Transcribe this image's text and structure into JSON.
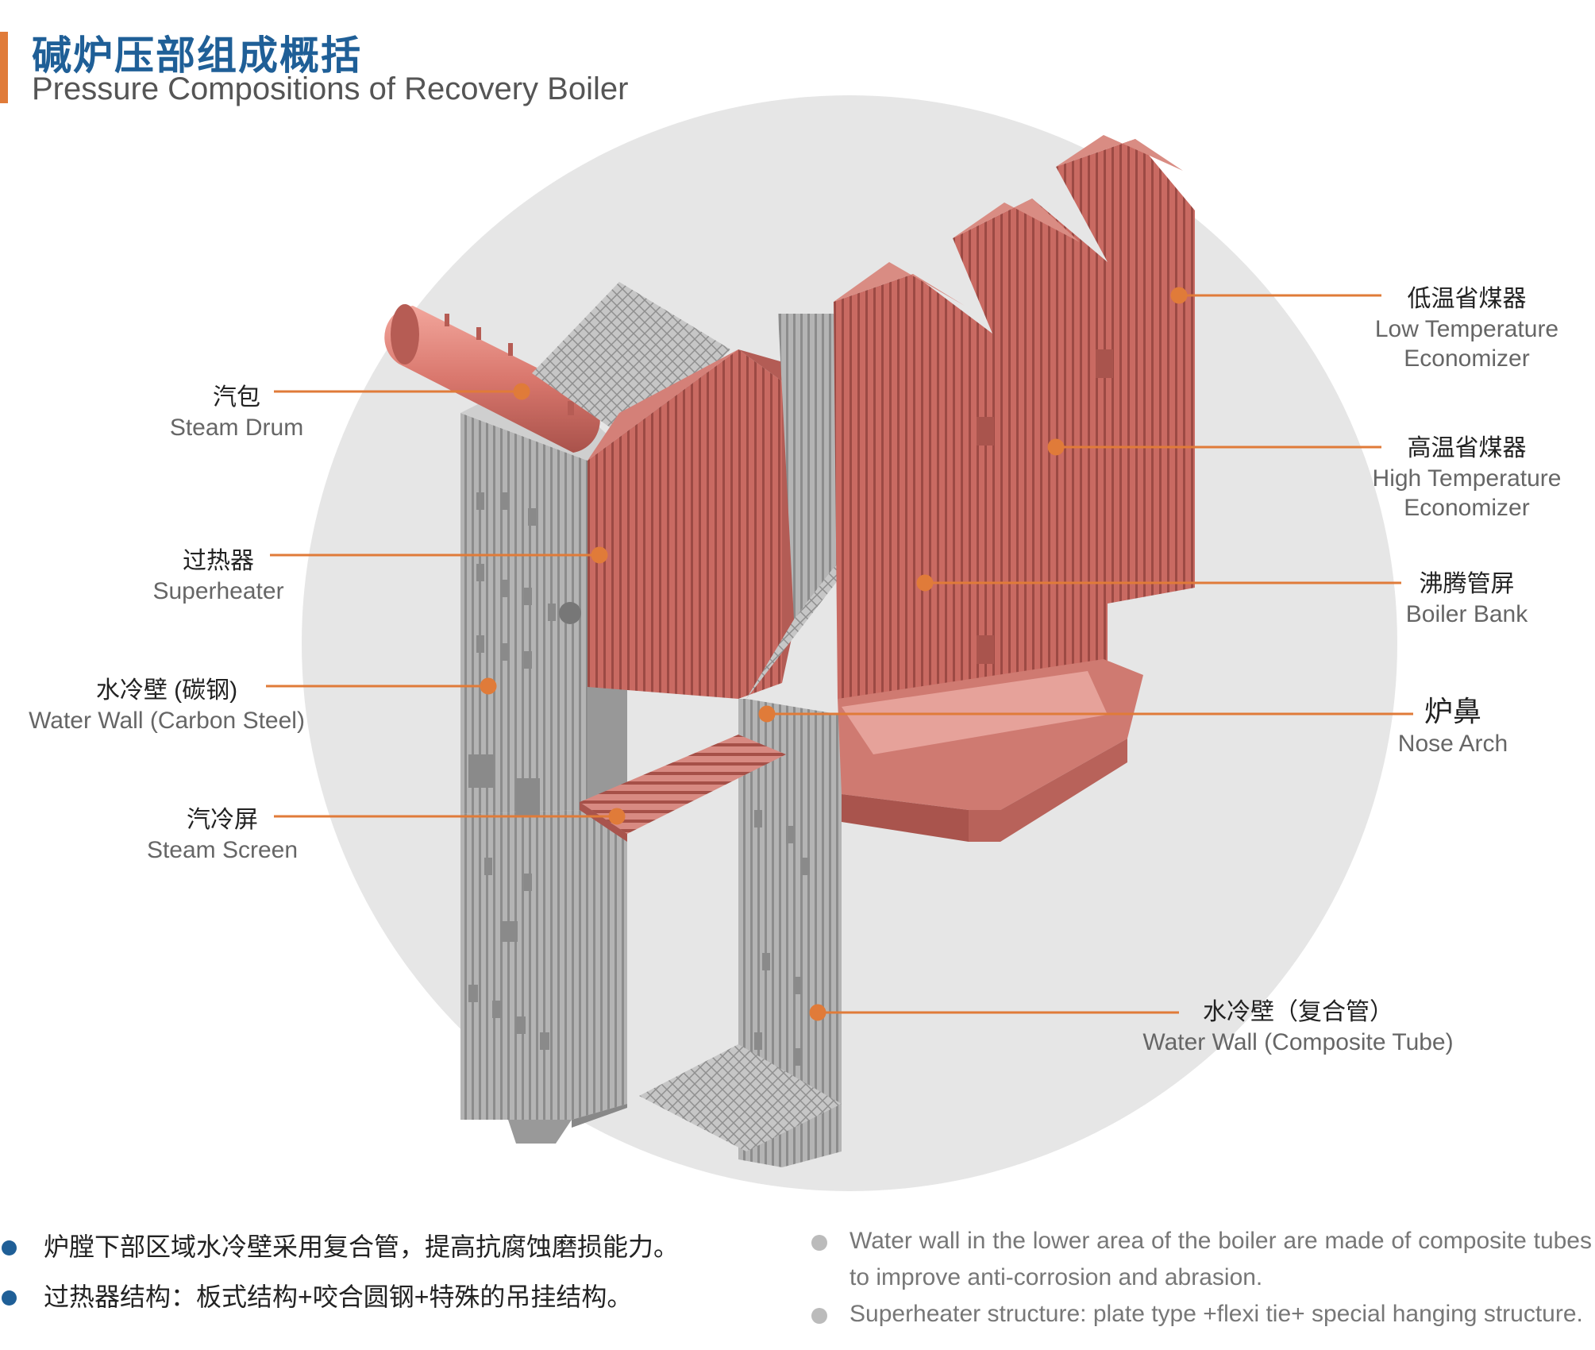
{
  "header": {
    "title_cn": "碱炉压部组成概括",
    "title_en": "Pressure Compositions of Recovery Boiler"
  },
  "colors": {
    "accent": "#e07b39",
    "title_blue": "#1f5f97",
    "copper": "#c4675f",
    "steel": "#a8a8a8",
    "backdrop": "#e6e6e6"
  },
  "labels": [
    {
      "id": "steam-drum",
      "cn": "汽包",
      "en": "Steam Drum"
    },
    {
      "id": "superheater",
      "cn": "过热器",
      "en": "Superheater"
    },
    {
      "id": "water-wall-carbon",
      "cn": "水冷壁 (碳钢)",
      "en": "Water Wall (Carbon Steel)"
    },
    {
      "id": "steam-screen",
      "cn": "汽冷屏",
      "en": "Steam Screen"
    },
    {
      "id": "low-temp-economizer",
      "cn": "低温省煤器",
      "en": "Low Temperature Economizer"
    },
    {
      "id": "high-temp-economizer",
      "cn": "高温省煤器",
      "en": "High Temperature Economizer"
    },
    {
      "id": "boiler-bank",
      "cn": "沸腾管屏",
      "en": "Boiler Bank"
    },
    {
      "id": "nose-arch",
      "cn": "炉鼻",
      "en": "Nose Arch"
    },
    {
      "id": "water-wall-composite",
      "cn": "水冷壁（复合管）",
      "en": "Water Wall (Composite Tube)"
    }
  ],
  "bullets_cn": [
    "炉膛下部区域水冷壁采用复合管，提高抗腐蚀磨损能力。",
    "过热器结构：板式结构+咬合圆钢+特殊的吊挂结构。"
  ],
  "bullets_en": [
    "Water wall in the lower area of the  boiler are made of composite tubes to improve anti-corrosion and abrasion.",
    "Superheater structure: plate type +flexi tie+ special hanging structure."
  ]
}
